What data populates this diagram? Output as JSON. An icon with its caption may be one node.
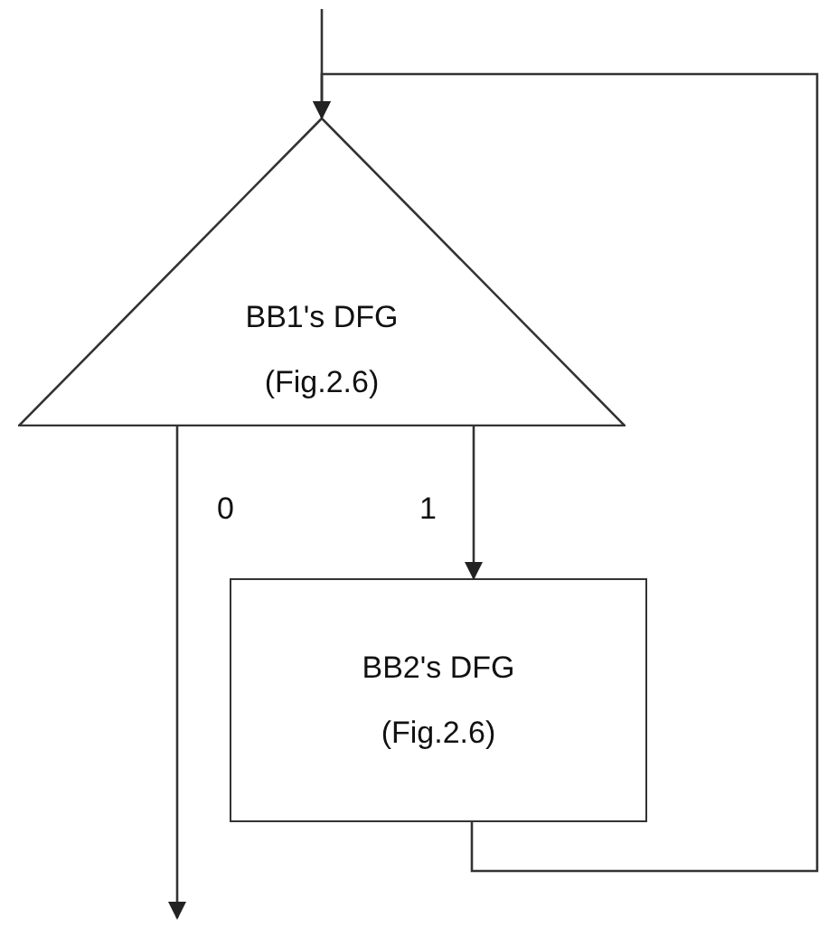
{
  "diagram": {
    "nodes": [
      {
        "text": [
          "BB1's DFG",
          "(Fig.2.6)"
        ]
      },
      {
        "text": [
          "BB2's DFG",
          "(Fig.2.6)"
        ]
      }
    ],
    "edges": [
      {
        "from": null,
        "to": 0,
        "arrow": "to"
      },
      {
        "from": 1,
        "to": 0,
        "arrow": "to"
      },
      {
        "from": 0,
        "to": 1,
        "arrow": "to",
        "label": "1"
      },
      {
        "from": 0,
        "to": null,
        "arrow": "to",
        "label": "0"
      }
    ]
  }
}
